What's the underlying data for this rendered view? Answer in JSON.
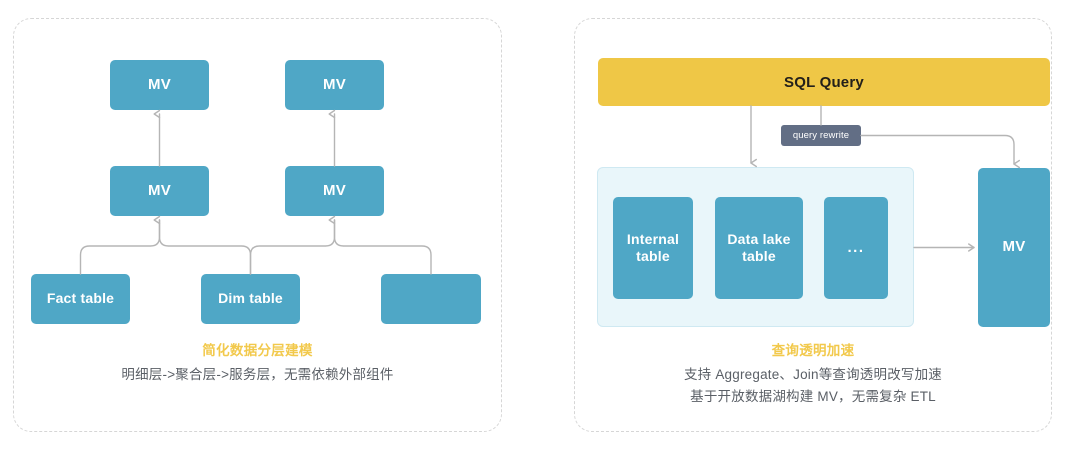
{
  "diagram": {
    "left_panel": {
      "name": "simplified-layered-modeling",
      "nodes": {
        "mv_top_left": "MV",
        "mv_top_right": "MV",
        "mv_mid_left": "MV",
        "mv_mid_right": "MV",
        "fact_table": "Fact table",
        "dim_table": "Dim table",
        "extra_table": ""
      },
      "caption": {
        "title": "简化数据分层建模",
        "lines": [
          "明细层->聚合层->服务层，无需依赖外部组件"
        ]
      }
    },
    "right_panel": {
      "name": "transparent-query-acceleration",
      "sql_query_label": "SQL Query",
      "query_rewrite_label": "query rewrite",
      "lake_container_label": "",
      "nodes": {
        "internal_table": "Internal\ntable",
        "datalake_table": "Data lake\ntable",
        "ellipsis_table": "...",
        "mv_right": "MV"
      },
      "caption": {
        "title": "查询透明加速",
        "lines": [
          "支持 Aggregate、Join等查询透明改写加速",
          "基于开放数据湖构建 MV，无需复杂 ETL"
        ]
      }
    }
  },
  "colors": {
    "node_blue": "#4FA7C6",
    "sql_gold": "#EFC746",
    "badge_slate": "#626E85",
    "lake_bg": "#E9F6FA",
    "lake_border": "#CFE9F2",
    "connector_gray": "#B5B5B5",
    "panel_dash": "#D6D6D6",
    "caption_title": "#F2C94C",
    "caption_body": "#5A5F66"
  }
}
